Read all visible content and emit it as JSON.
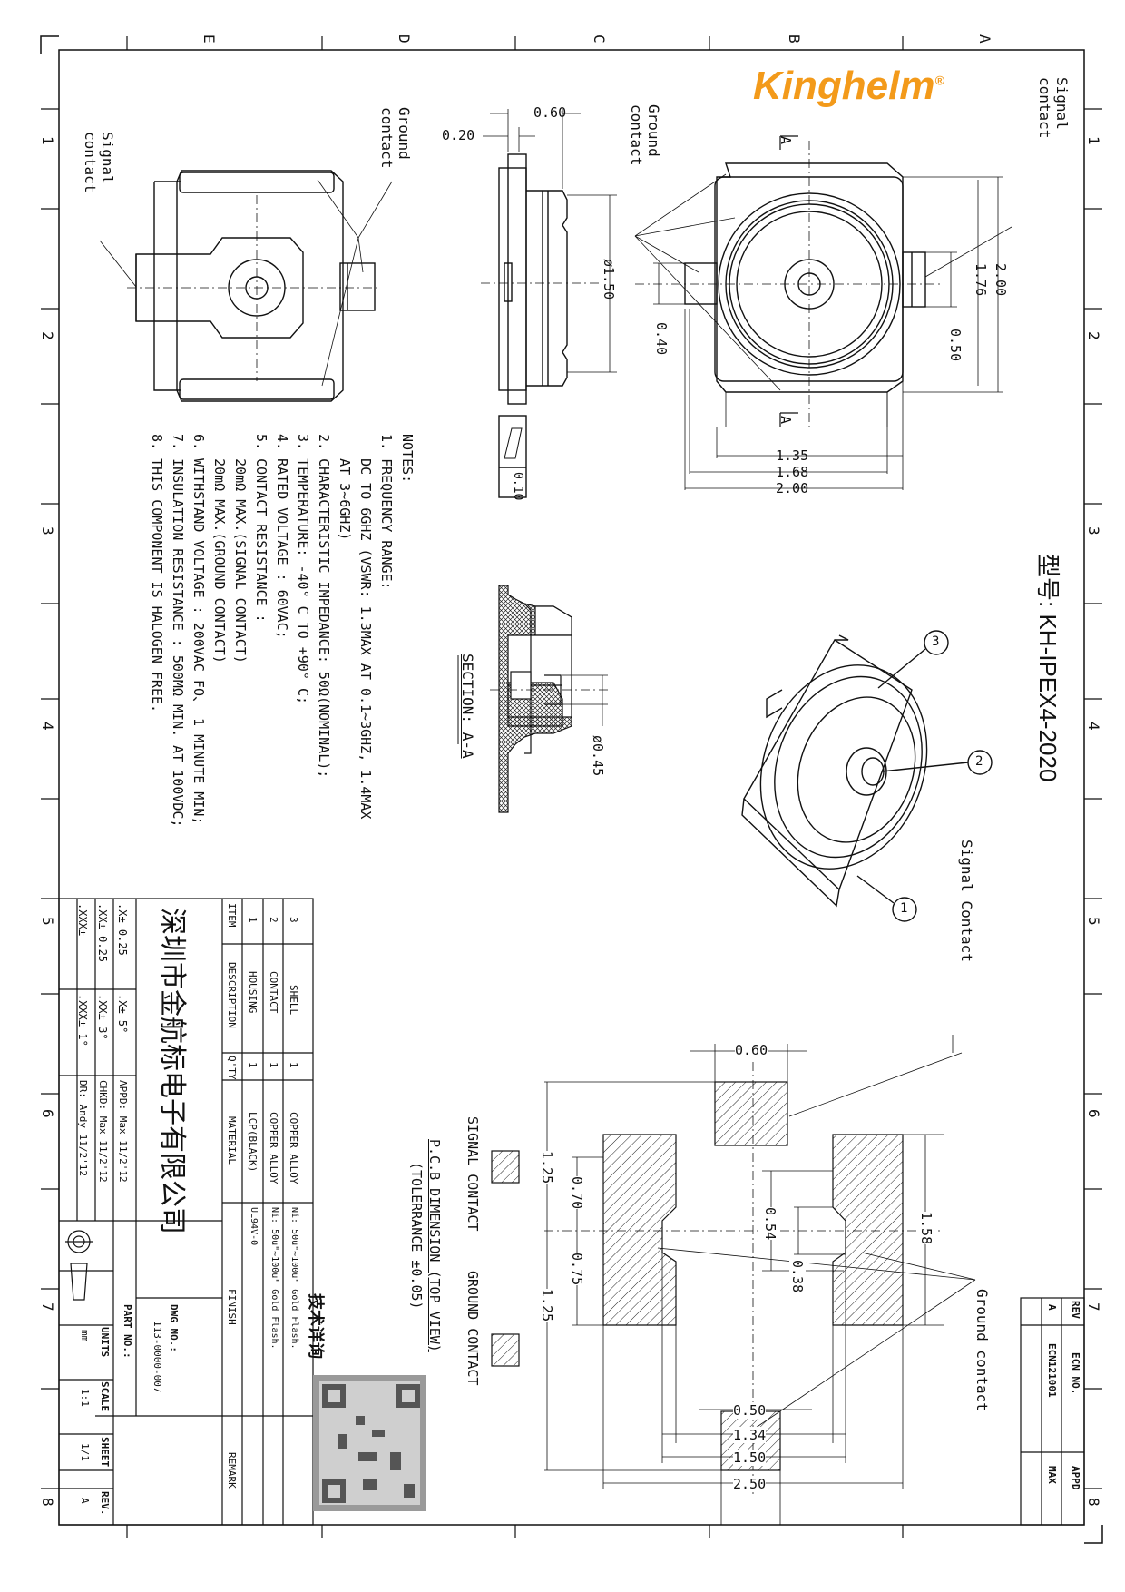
{
  "brand": {
    "name": "Kinghelm",
    "reg": "®",
    "color": "#f39a1a"
  },
  "model": {
    "label": "型号: KH-IPEX4-2020"
  },
  "border": {
    "cols_left": [
      "1",
      "2",
      "3",
      "4",
      "5",
      "6",
      "7",
      "8"
    ],
    "rows_top": [
      "E",
      "D",
      "C",
      "B",
      "A"
    ]
  },
  "top_view": {
    "signal_contact": "Signal contact",
    "ground_contact": "Ground contact"
  },
  "side_view": {
    "dim_060": "0.60",
    "dim_020": "0.20",
    "dim_dia150": "ø1.50",
    "flatness": "0.10"
  },
  "front_view": {
    "ground_contact": "Ground contact",
    "signal_contact": "Signal contact",
    "section_mark": "A",
    "dim_200_v": "2.00",
    "dim_176": "1.76",
    "dim_050": "0.50",
    "dim_040": "0.40",
    "dim_135": "1.35",
    "dim_168": "1.68",
    "dim_200_h": "2.00"
  },
  "section": {
    "title": "SECTION: A-A",
    "dim_045": "ø0.45"
  },
  "iso": {
    "callouts": [
      "1",
      "2",
      "3"
    ],
    "signal_contact": "Signal Contact"
  },
  "notes": {
    "title": "NOTES:",
    "lines": [
      "1. FREQUENCY RANGE:",
      "   DC TO 6GHZ (VSWR: 1.3MAX AT 0.1~3GHZ, 1.4MAX",
      "   AT 3~6GHZ)",
      "2. CHARACTERISTIC IMPEDANCE: 50Ω(NOMINAL);",
      "3. TEMPERATURE: -40° C TO +90° C;",
      "4. RATED VOLTAGE : 60VAC;",
      "5. CONTACT RESISTANCE :",
      "   20mΩ MAX.(SIGNAL CONTACT)",
      "   20mΩ MAX.(GROUND CONTACT)",
      "6. WITHSTAND VOLTAGE : 200VAC FO、 1 MINUTE MIN;",
      "7. INSULATION RESISTANCE : 500MΩ MIN. AT 100VDC;",
      "8. THIS COMPONENT IS HALOGEN FREE."
    ]
  },
  "pcb": {
    "title": "P.C.B DIMENSION (TOP VIEW)",
    "tolerance": "(TOLERRANCE ±0.05)",
    "legend_signal": "SIGNAL CONTACT",
    "legend_ground": "GROUND CONTACT",
    "ground_contact": "Ground contact",
    "dim_060": "0.60",
    "dim_125a": "1.25",
    "dim_070": "0.70",
    "dim_054": "0.54",
    "dim_075": "0.75",
    "dim_125b": "1.25",
    "dim_038": "0.38",
    "dim_158": "1.58",
    "dim_050": "0.50",
    "dim_134": "1.34",
    "dim_150": "1.50",
    "dim_250": "2.50"
  },
  "bom": {
    "headers": [
      "ITEM",
      "DESCRIPTION",
      "Q'TY",
      "MATERIAL",
      "FINISH",
      "REMARK"
    ],
    "rows": [
      [
        "3",
        "SHELL",
        "1",
        "COPPER ALLOY",
        "Ni: 50u\"~100u\" Gold Flash.",
        ""
      ],
      [
        "2",
        "CONTACT",
        "1",
        "COPPER ALLOY",
        "Ni: 50u\"~100u\" Gold Flash.",
        ""
      ],
      [
        "1",
        "HOUSING",
        "1",
        "LCP(BLACK)",
        "UL94V-0",
        ""
      ]
    ]
  },
  "title_block": {
    "company": "深圳市金航标电子有限公司",
    "tech": "技术详询",
    "tol": [
      ".X± 0.25",
      ".X± 5°",
      ".XX± 0.25",
      ".XX± 3°",
      ".XXX±",
      ".XXX± 1°"
    ],
    "appd": "APPD: Max 11/2'12",
    "chkd": "CHKD: Max 11/2'12",
    "dr": "DR: Andy 11/2'12",
    "dwg_no_label": "DWG NO.:",
    "dwg_no": "113-0000-007",
    "part_no_label": "PART NO.:",
    "part_no": "",
    "units_label": "UNITS",
    "units": "mm",
    "scale_label": "SCALE",
    "scale": "1:1",
    "sheet_label": "SHEET",
    "sheet": "1/1",
    "rev_label": "REV.",
    "rev": "A"
  },
  "rev_block": {
    "headers": [
      "REV",
      "ECN NO.",
      "APPD"
    ],
    "row": [
      "A",
      "ECN121001",
      "MAX"
    ]
  }
}
